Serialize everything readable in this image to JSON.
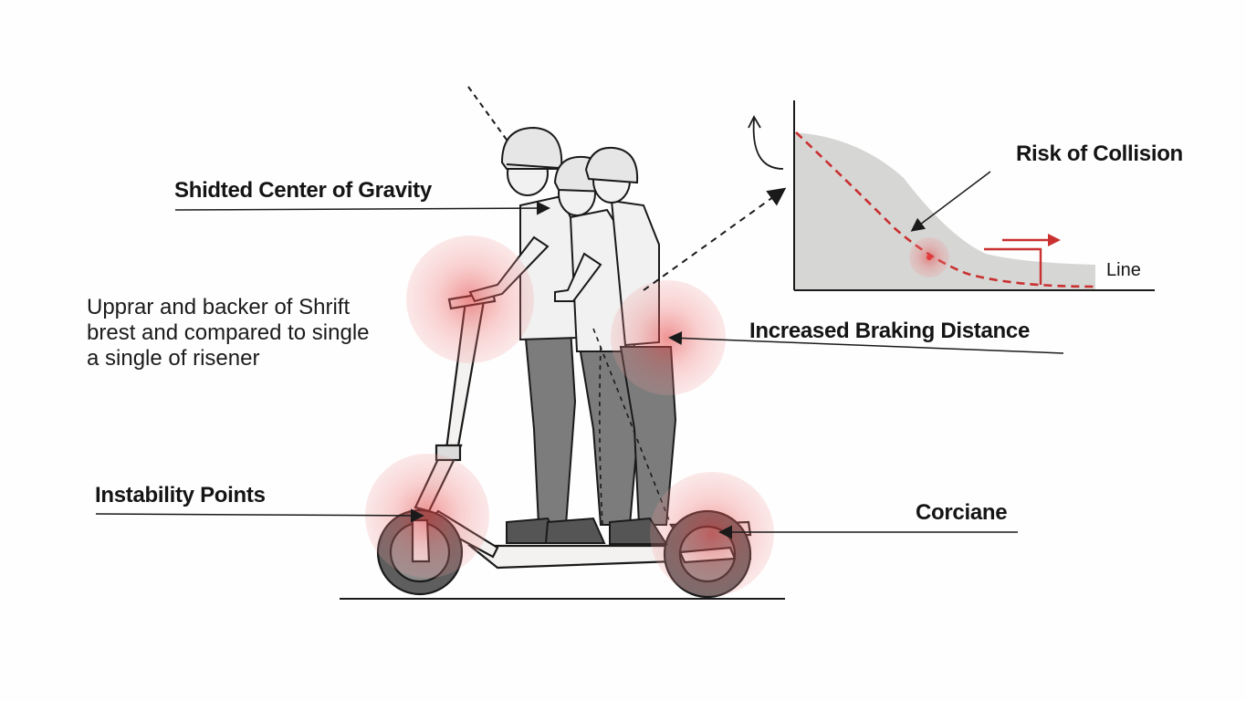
{
  "labels": {
    "center_of_gravity": "Shidted Center of Gravity",
    "risk_of_collision": "Risk of Collision",
    "increased_braking": "Increased Braking Distance",
    "instability_points": "Instability Points",
    "corciane": "Corciane",
    "line": "Line"
  },
  "note": {
    "lines": [
      "Upprar and backer of Shrift",
      "brest and compared to single",
      " a single of risener"
    ]
  },
  "colors": {
    "highlight": "#e23a3a",
    "risk_curve": "#c93030",
    "ink": "#1a1a1a",
    "clothing_light": "#f1f1f1",
    "trousers": "#7c7c7c",
    "chart_fill": "#d6d6d4"
  },
  "icons": [
    "curved-arrow-icon",
    "right-arrow-icon"
  ]
}
